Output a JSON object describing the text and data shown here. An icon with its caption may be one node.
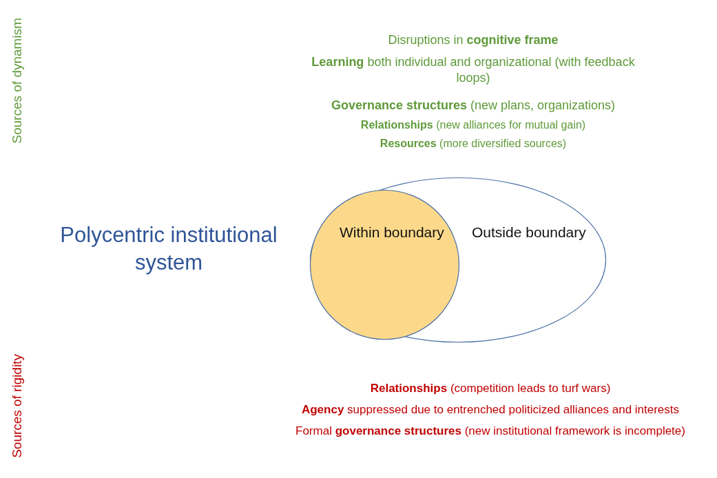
{
  "diagram": {
    "nodes": [
      {
        "text": [
          "Outside boundary"
        ]
      },
      {
        "text": [
          "Within boundary"
        ],
        "in": 0
      }
    ],
    "labels": [
      "Sources of dynamism",
      "Disruptions in **cognitive frame**",
      "**Learning** both individual and organizational (with feedback loops)",
      "**Governance structures** (new plans, organizations)",
      "**Relationships** (new alliances for mutual gain)",
      "**Resources** (more diversified sources)",
      "Polycentric institutional system",
      "Sources of rigidity",
      "**Relationships** (competition leads to turf wars)",
      "**Agency** suppressed due to entrenched politicized alliances and interests",
      "Formal **governance structures** (new institutional framework is incomplete)"
    ]
  }
}
